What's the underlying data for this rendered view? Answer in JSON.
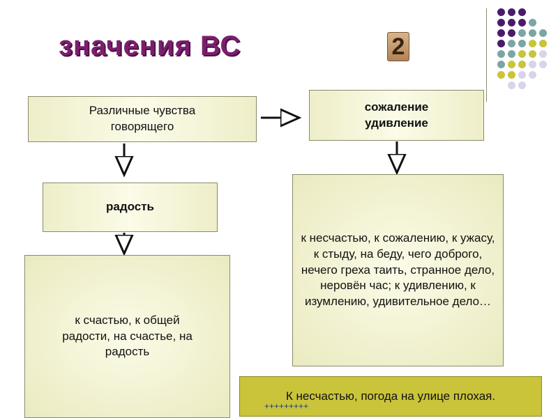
{
  "title": "значения ВС",
  "slide_number": "2",
  "boxes": {
    "feelings": "Различные чувства говорящего",
    "regret": "сожаление удивление",
    "joy": "радость",
    "regret_list": "к несчастью, к сожалению, к ужасу, к стыду, на беду, чего доброго, нечего греха таить, странное дело, неровён час; к удивлению, к изумлению, удивительное дело…",
    "joy_list": "к счастью, к общей радости, на счастье, на радость"
  },
  "example": {
    "sentence": "К несчастью, погода на улице плохая.",
    "marks": "+++++++++"
  },
  "colors": {
    "title": "#7a1f6e",
    "purple": "#4b1a6b",
    "teal": "#7aa6a6",
    "olive": "#c9c43a",
    "lavender": "#d9d4ea"
  }
}
